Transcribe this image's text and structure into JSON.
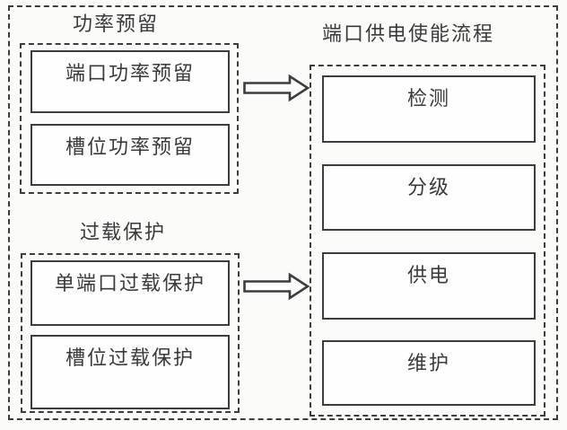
{
  "diagram": {
    "title_hint": "port power supply enable flow diagram",
    "colors": {
      "line": "#3d3d3d",
      "text": "#3a3a3a",
      "background": "#fbfbfa",
      "box_background": "#fefefe"
    },
    "groups": [
      {
        "id": "power-reservation",
        "label": "功率预留",
        "boxes": [
          {
            "label": "端口功率预留"
          },
          {
            "label": "槽位功率预留"
          }
        ]
      },
      {
        "id": "overload-protection",
        "label": "过载保护",
        "boxes": [
          {
            "label": "单端口过载保护"
          },
          {
            "label": "槽位过载保护"
          }
        ]
      },
      {
        "id": "port-power-enable-flow",
        "label": "端口供电使能流程",
        "boxes": [
          {
            "label": "检测"
          },
          {
            "label": "分级"
          },
          {
            "label": "供电"
          },
          {
            "label": "维护"
          }
        ]
      }
    ],
    "arrows": [
      {
        "from": "power-reservation",
        "to": "port-power-enable-flow",
        "direction": "right"
      },
      {
        "from": "overload-protection",
        "to": "port-power-enable-flow",
        "direction": "right"
      }
    ]
  }
}
